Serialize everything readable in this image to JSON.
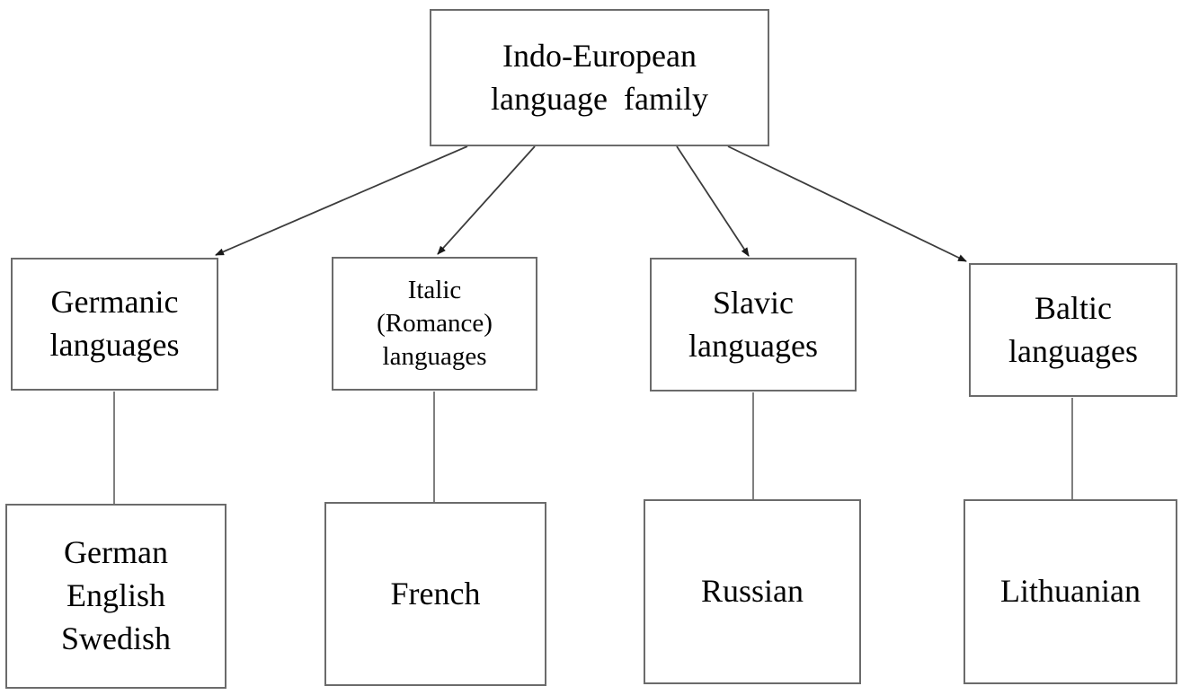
{
  "nodes": {
    "root": {
      "label": "Indo-European\nlanguage  family"
    },
    "germanic": {
      "label": "Germanic\nlanguages"
    },
    "italic": {
      "label": "Italic\n(Romance)\nlanguages"
    },
    "slavic": {
      "label": "Slavic\nlanguages"
    },
    "baltic": {
      "label": "Baltic\nlanguages"
    },
    "germanic_examples": {
      "label": "German\nEnglish\nSwedish"
    },
    "italic_examples": {
      "label": "French"
    },
    "slavic_examples": {
      "label": "Russian"
    },
    "baltic_examples": {
      "label": "Lithuanian"
    }
  },
  "colors": {
    "background": "#ffffff",
    "box_border": "#6b6b6b",
    "arrow": "#3c3c3c",
    "connector_line": "#7f7f7f",
    "text": "#000000"
  }
}
